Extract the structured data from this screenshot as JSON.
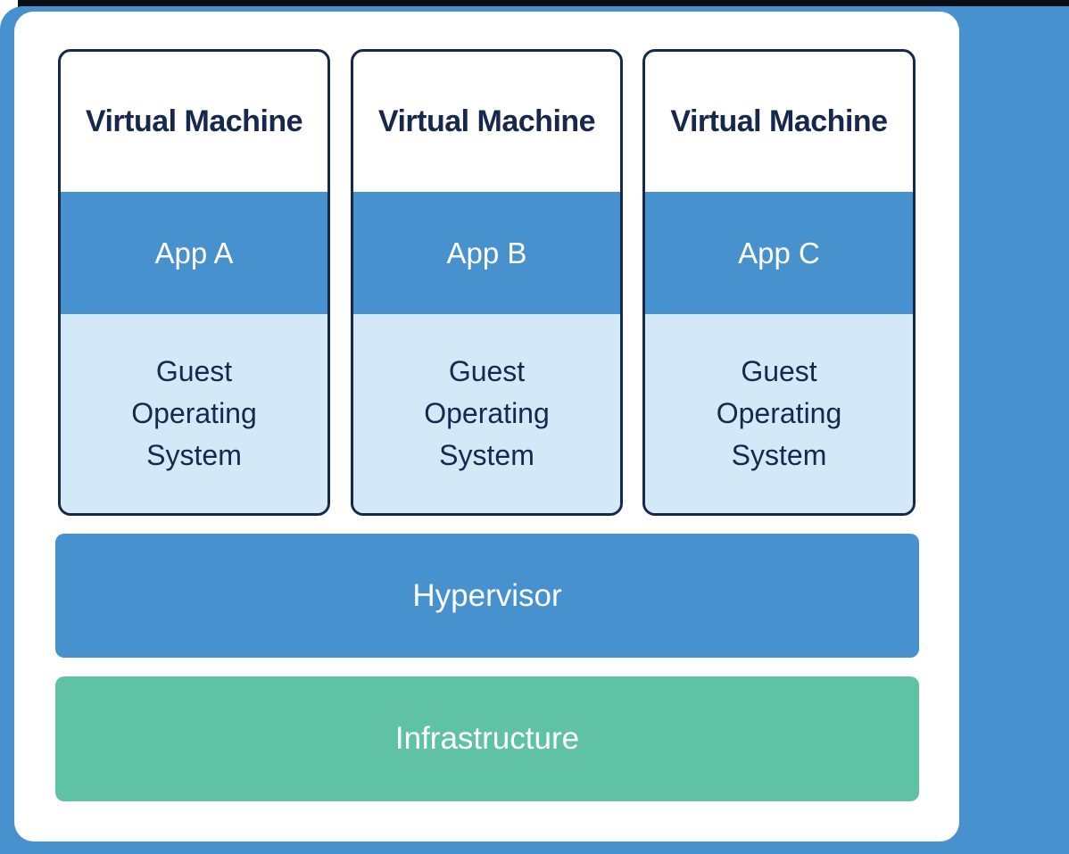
{
  "diagram": {
    "vms": [
      {
        "title": "Virtual Machine",
        "app": "App A",
        "os_lines": [
          "Guest",
          "Operating",
          "System"
        ]
      },
      {
        "title": "Virtual Machine",
        "app": "App B",
        "os_lines": [
          "Guest",
          "Operating",
          "System"
        ]
      },
      {
        "title": "Virtual Machine",
        "app": "App C",
        "os_lines": [
          "Guest",
          "Operating",
          "System"
        ]
      }
    ],
    "layers": {
      "hypervisor": {
        "label": "Hypervisor"
      },
      "infrastructure": {
        "label": "Infrastructure"
      }
    }
  },
  "colors": {
    "frame_blue": "#4791CE",
    "app_band_blue": "#4791CE",
    "guest_os_light_blue": "#D3E9F8",
    "infrastructure_green": "#5FC2A4",
    "navy": "#16284C",
    "card_white": "#FFFFFF",
    "top_strip_dark": "#0B0F17"
  }
}
